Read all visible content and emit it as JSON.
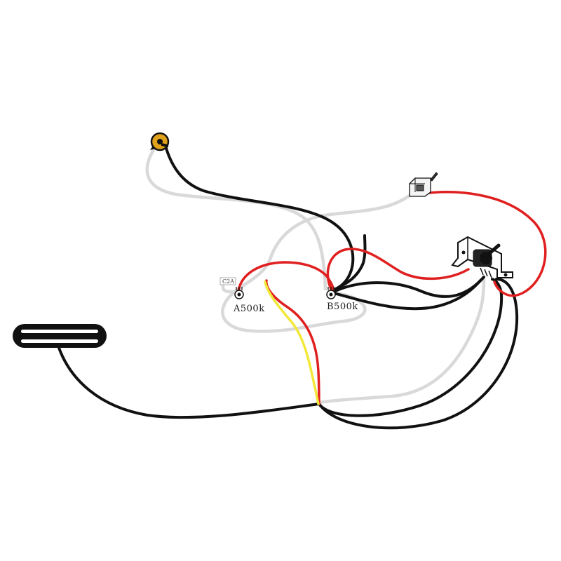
{
  "labels": {
    "pot_a": "A500k",
    "pot_b": "B500k",
    "capacitor": "C2A"
  },
  "colors": {
    "wire_black": "#111111",
    "wire_white": "#d9d9d9",
    "wire_red": "#e02020",
    "wire_yellow": "#f2e83a",
    "jack_body": "#e0a21c",
    "background": "#ffffff"
  },
  "components": {
    "pickup": "humbucker-pickup",
    "output_jack": "output-jack",
    "toggle_switch": "mini-toggle-switch",
    "selector_switch": "blade-selector-switch",
    "volume_pot": "pot-a500k",
    "tone_pot": "pot-b500k",
    "capacitor": "capacitor-c2a"
  }
}
